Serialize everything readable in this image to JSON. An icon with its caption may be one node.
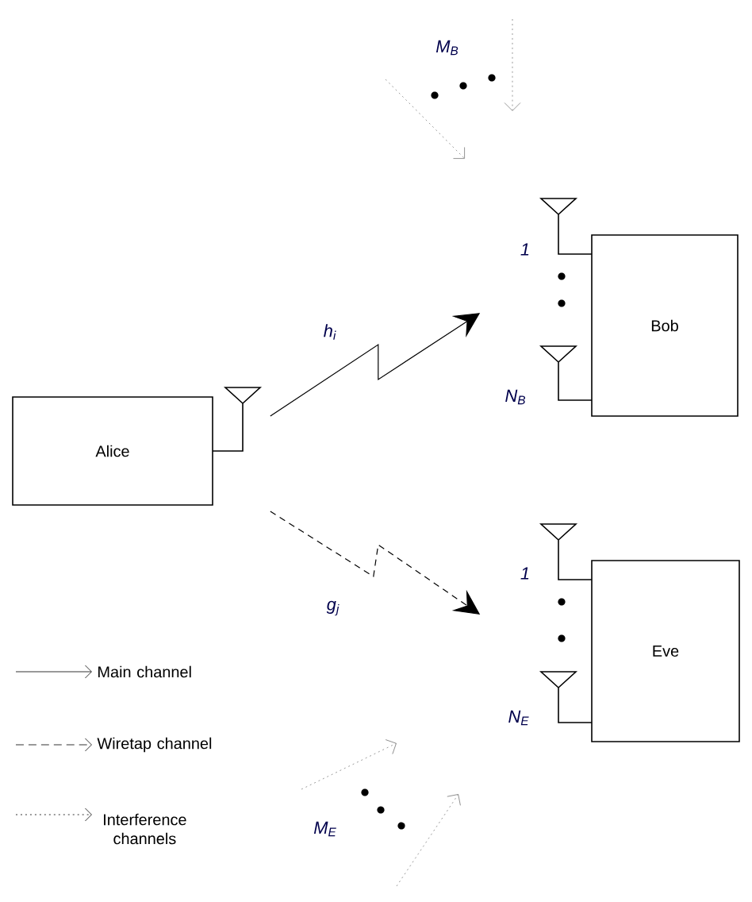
{
  "diagram": {
    "nodes": [
      {
        "text": [
          "Alice"
        ]
      },
      {
        "text": [
          "Bob"
        ]
      },
      {
        "text": [
          "Eve"
        ]
      }
    ],
    "edges": [
      {
        "from": 0,
        "to": 1,
        "arrow": "to",
        "label": "h$_{i}$"
      },
      {
        "from": 0,
        "to": 2,
        "arrow": "to",
        "label": "g$_{j}$",
        "style": "dashed"
      }
    ],
    "labels": [
      "M$_{B}$",
      "1",
      "N$_{B}$",
      "1",
      "N$_{E}$",
      "M$_{E}$"
    ],
    "legend": [
      {
        "text": "Main channel"
      },
      {
        "text": "Wiretap channel"
      },
      {
        "text": "Interference channels"
      }
    ]
  }
}
